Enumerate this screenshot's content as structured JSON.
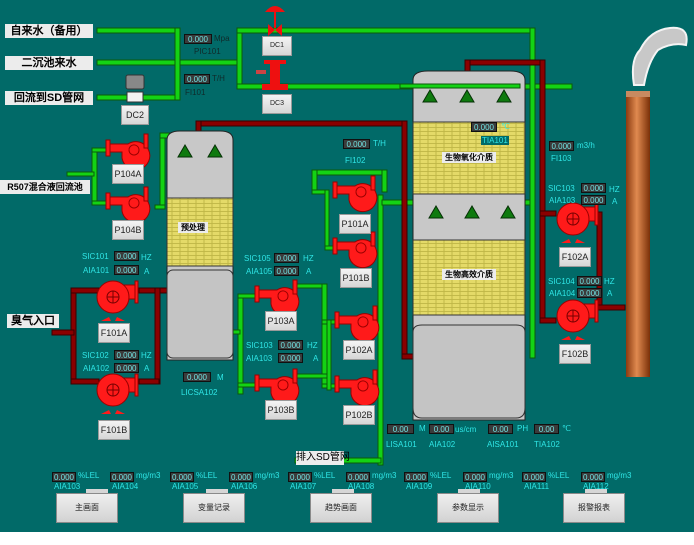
{
  "inlets": {
    "tap_water": "自来水（备用）",
    "secondary_clarifier": "二沉池来水",
    "return_sd": "回流到SD管网",
    "mixed_return": "R507混合液回流池",
    "odor_inlet": "臭气入口",
    "discharge_sd": "排入SD管网"
  },
  "instruments": {
    "pic101": {
      "tag": "PIC101",
      "value": "0.000",
      "unit": "Mpa"
    },
    "fi101": {
      "tag": "FI101",
      "value": "0.000",
      "unit": "T/H"
    },
    "fi102": {
      "tag": "FI102",
      "value": "0.000",
      "unit": "T/H"
    },
    "fi103": {
      "tag": "FI103",
      "value": "0.000",
      "unit": "m3/h"
    },
    "tia101": {
      "tag": "TIA101",
      "value": "0.000",
      "unit": "℃"
    },
    "licsa102": {
      "tag": "LICSA102",
      "value": "0.000",
      "unit": "M"
    },
    "sic101": {
      "tag": "SIC101",
      "value": "0.000",
      "unit": "HZ"
    },
    "aia101": {
      "tag": "AIA101",
      "value": "0.000",
      "unit": "A"
    },
    "sic102": {
      "tag": "SIC102",
      "value": "0.000",
      "unit": "HZ"
    },
    "aia102_pump": {
      "tag": "AIA102",
      "value": "0.000",
      "unit": "A"
    },
    "sic105": {
      "tag": "SIC105",
      "value": "0.000",
      "unit": "HZ"
    },
    "aia105_pump": {
      "tag": "AIA105",
      "value": "0.000",
      "unit": "A"
    },
    "sic103_left": {
      "tag": "SIC103",
      "value": "0.000",
      "unit": "HZ"
    },
    "aia103_left": {
      "tag": "AIA103",
      "value": "0.000",
      "unit": "A"
    },
    "sic103_right": {
      "tag": "SIC103",
      "value": "0.000",
      "unit": "HZ"
    },
    "aia103_right": {
      "tag": "AIA103",
      "value": "0.000",
      "unit": "A"
    },
    "sic104": {
      "tag": "SIC104",
      "value": "0.000",
      "unit": "HZ"
    },
    "aia104_fan": {
      "tag": "AIA104",
      "value": "0.000",
      "unit": "A"
    },
    "lisa101": {
      "tag": "LISA101",
      "value": "0.00",
      "unit": "M"
    },
    "aia102_cond": {
      "tag": "AIA102",
      "value": "0.00",
      "unit": "us/cm"
    },
    "aisa101": {
      "tag": "AISA101",
      "value": "0.00",
      "unit": "PH"
    },
    "tia102": {
      "tag": "TIA102",
      "value": "0.00",
      "unit": "℃"
    }
  },
  "gas_analyzers": [
    {
      "tag": "AIA103",
      "value": "0.000",
      "unit": "%LEL"
    },
    {
      "tag": "AIA104",
      "value": "0.000",
      "unit": "mg/m3"
    },
    {
      "tag": "AIA105",
      "value": "0.000",
      "unit": "%LEL"
    },
    {
      "tag": "AIA106",
      "value": "0.000",
      "unit": "mg/m3"
    },
    {
      "tag": "AIA107",
      "value": "0.000",
      "unit": "%LEL"
    },
    {
      "tag": "AIA108",
      "value": "0.000",
      "unit": "mg/m3"
    },
    {
      "tag": "AIA109",
      "value": "0.000",
      "unit": "%LEL"
    },
    {
      "tag": "AIA110",
      "value": "0.000",
      "unit": "mg/m3"
    },
    {
      "tag": "AIA111",
      "value": "0.000",
      "unit": "%LEL"
    },
    {
      "tag": "AIA112",
      "value": "0.000",
      "unit": "mg/m3"
    }
  ],
  "equipment": {
    "dc1": "DC1",
    "dc2": "DC2",
    "dc3": "DC3",
    "p104a": "P104A",
    "p104b": "P104B",
    "p101a": "P101A",
    "p101b": "P101B",
    "p102a": "P102A",
    "p102b": "P102B",
    "p103a": "P103A",
    "p103b": "P103B",
    "f101a": "F101A",
    "f101b": "F101B",
    "f102a": "F102A",
    "f102b": "F102B"
  },
  "towers": {
    "pretreat_media": "预处理",
    "bio_oxidation_media": "生物氧化介质",
    "bio_high_eff_media": "生物高效介质"
  },
  "nav": {
    "main": "主画面",
    "variable_log": "变量记录",
    "trend": "趋势画面",
    "parameters": "参数显示",
    "alarm_report": "报警报表"
  },
  "colors": {
    "background": "#016a68",
    "water_pipe": "#14d214",
    "air_pipe": "#8a0000",
    "pump": "#ff1a1a",
    "readout_text": "#2fe6e6"
  }
}
